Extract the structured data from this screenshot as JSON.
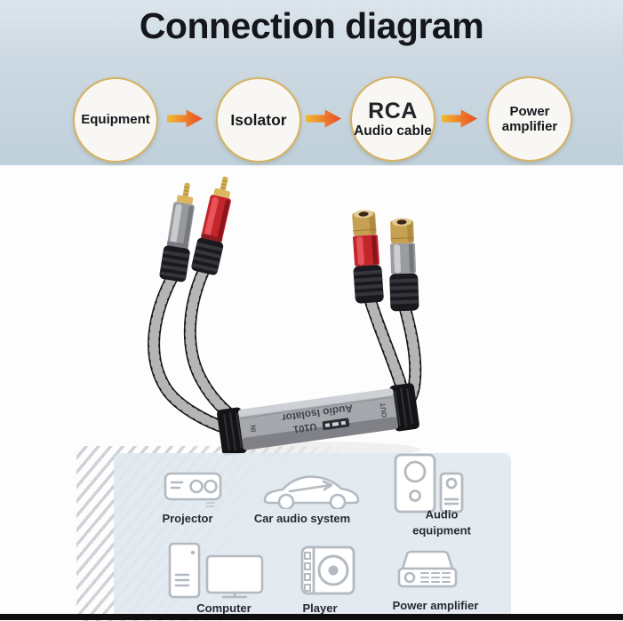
{
  "title": "Connection diagram",
  "flow": {
    "steps": [
      {
        "line1": "Equipment",
        "line2": ""
      },
      {
        "line1": "Isolator",
        "line2": ""
      },
      {
        "line1": "RCA",
        "line2": "Audio cable"
      },
      {
        "line1": "Power",
        "line2": "amplifier"
      }
    ]
  },
  "isolator": {
    "name": "Audio Isolator",
    "model": "U101",
    "port_in": "IN",
    "port_out": "OUT"
  },
  "devices": {
    "row1": [
      {
        "label": "Projector"
      },
      {
        "label": "Car audio system"
      },
      {
        "label": "Audio equipment"
      }
    ],
    "row2": [
      {
        "label": "Computer"
      },
      {
        "label": "Player"
      },
      {
        "label": "Power amplifier"
      }
    ]
  },
  "colors": {
    "band_bg": "#c3d2dd",
    "circle_border": "#d6b261",
    "circle_fill": "#f8f7f3",
    "arrow_start": "#f2ba32",
    "arrow_end": "#e84e28",
    "panel_bg": "#e0e8ee",
    "connector_red": "#c2262c",
    "connector_silver": "#9a9ca1",
    "gold": "#d0a854",
    "cable_dark": "#17171a",
    "bottom_bar": "#0e0e0f"
  }
}
